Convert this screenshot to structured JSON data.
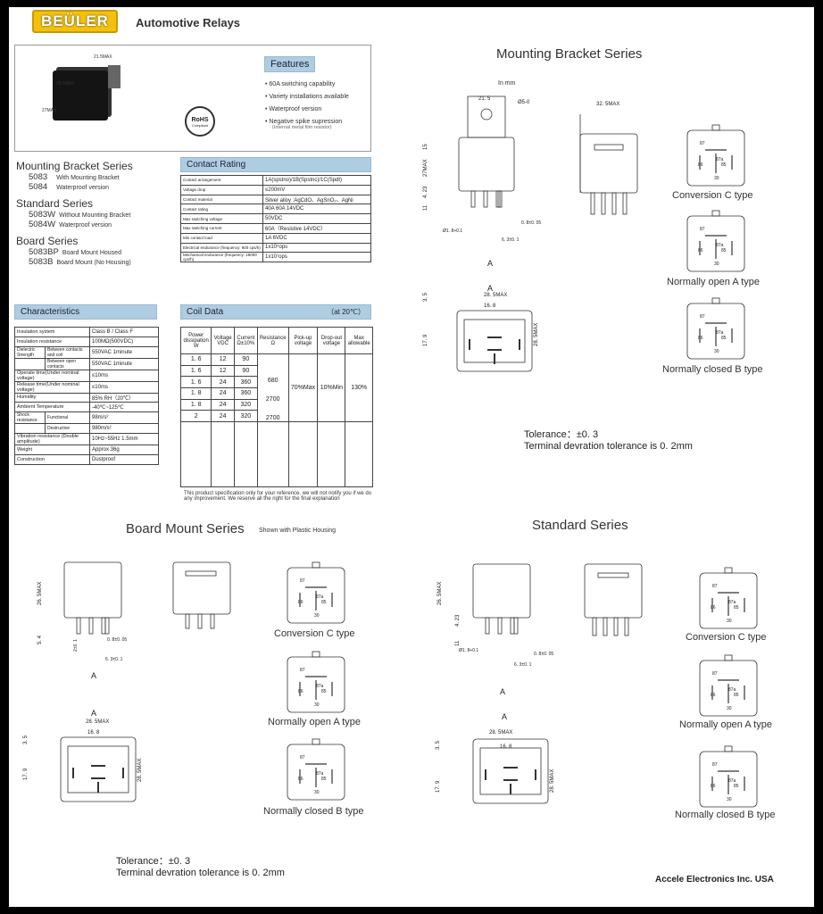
{
  "brand": "BEÜLER",
  "doc_title": "Automotive Relays",
  "features": {
    "title": "Features",
    "items": [
      "60A switching capability",
      "Variety installations available",
      "Waterproof version",
      "Negative spike supression"
    ],
    "sub": "(Internal metal film resistor)"
  },
  "rohs": {
    "line1": "RoHS",
    "line2": "Compliant"
  },
  "photo_dims": [
    "21.5MAX",
    "28.5MAX",
    "27MAX",
    "28.5MAX"
  ],
  "series": {
    "mounting": {
      "title": "Mounting Bracket Series",
      "items": [
        {
          "pn": "5083",
          "desc": "With Mounting Bracket"
        },
        {
          "pn": "5084",
          "desc": "Waterproof version"
        }
      ]
    },
    "standard": {
      "title": "Standard Series",
      "items": [
        {
          "pn": "5083W",
          "desc": "Without Mounting Bracket"
        },
        {
          "pn": "5084W",
          "desc": "Waterproof version"
        }
      ]
    },
    "board": {
      "title": "Board Series",
      "items": [
        {
          "pn": "5083BP",
          "desc": "Board Mount Housed"
        },
        {
          "pn": "5083B",
          "desc": "Board Mount (No Housing)"
        }
      ]
    }
  },
  "contact_rating": {
    "title": "Contact Rating",
    "rows": [
      [
        "Contact arrangement",
        "1A(spstno)/1B(Spstnc)/1C(Spdt)"
      ],
      [
        "Voltage drop",
        "≤200mV"
      ],
      [
        "Contact material",
        "Silver alloy :AgCdO、AgSnO₂、AgNi"
      ],
      [
        "Contact rating",
        "40A  60A  14VDC"
      ],
      [
        "Max switching voltage",
        "50VDC"
      ],
      [
        "Max switching current",
        "60A（Resistive 14VDC）"
      ],
      [
        "Min contact load",
        "1A  6VDC"
      ],
      [
        "Electrical endurance (frequency: 900 cps/h)",
        "1x10⁵ops"
      ],
      [
        "Mechanical endurance (frequency: 18000 cps/h)",
        "1x10⁷ops"
      ]
    ]
  },
  "characteristics": {
    "title": "Characteristics",
    "rows": [
      {
        "k": "Insulation system",
        "v": "Class B  / Class F"
      },
      {
        "k": "Insulation resistance",
        "v": "100MΩ(500VDC)"
      },
      {
        "k": "Dielectric Strength",
        "k2": "Between contacts and coil",
        "v": "550VAC 1minute"
      },
      {
        "k": "",
        "k2": "Between open contacts",
        "v": "550VAC 1minute"
      },
      {
        "k": "Operate time(Under nominal voltage)",
        "v": "≤10ms"
      },
      {
        "k": "Release time(Under nominal voltage)",
        "v": "≤10ms"
      },
      {
        "k": "Humidity",
        "v": "85% RH（20℃）"
      },
      {
        "k": "Ambient Temperature",
        "v": "-40℃~125℃"
      },
      {
        "k": "Shock resistance",
        "k2": "Functional",
        "v": "98m/s²"
      },
      {
        "k": "",
        "k2": "Destructive",
        "v": "980m/s²"
      },
      {
        "k": "Vibration resistance (Double amplitude)",
        "v": "10Hz~55Hz 1.5mm"
      },
      {
        "k": "Weight",
        "v": "Approx 36g"
      },
      {
        "k": "Construction",
        "v": "Dustproof"
      }
    ]
  },
  "coil_data": {
    "title": "Coil Data",
    "temp": "（at 20℃）",
    "headers": [
      "Power dissipation W",
      "Voltage VDC",
      "Current Ω±10%",
      "Resistance Ω",
      "Pick-up voltage",
      "Drop-out voltage",
      "Max allowable"
    ],
    "rows": [
      [
        "1. 6",
        "12",
        "90"
      ],
      [
        "1. 6",
        "12",
        "90"
      ],
      [
        "1. 6",
        "24",
        "360"
      ],
      [
        "1. 8",
        "24",
        "360"
      ],
      [
        "1. 8",
        "24",
        "320"
      ],
      [
        "2",
        "24",
        "320"
      ]
    ],
    "resistance": [
      "680",
      "2700",
      "2700"
    ],
    "pickup": "70%Max",
    "dropout": "10%Min",
    "max": "130%",
    "note": "This product specification only for your reference,  we will not notify you if we do any improvement. We reserve all the right for the final explanation"
  },
  "mounting_section": {
    "title": "Mounting Bracket Series",
    "unit": "In mm"
  },
  "board_section": {
    "title": "Board Mount Series",
    "subtitle": "Shown with Plastic Housing"
  },
  "standard_section": {
    "title": "Standard Series"
  },
  "diagram_labels": [
    "Conversion C type",
    "Normally open A type",
    "Normally closed B type"
  ],
  "tolerance": "Tolerance：±0. 3",
  "terminal_tol": "Terminal devration tolerance is 0. 2mm",
  "dims": {
    "w21": "21. 5",
    "phi": "Ø5-0",
    "d15": "15",
    "d27": "27MAX",
    "d423": "4. 23",
    "d11": "11",
    "d325": "32. 5MAX",
    "pin": "Ø1. 8+0.1",
    "d08": "0. 8±0. 05",
    "d63": "6. 3±0. 1",
    "d285": "28. 5MAX",
    "d168": "16. 8",
    "d35": "3. 5",
    "d179": "17. 9",
    "d26": "26. 5MAX",
    "d54": "5. 4",
    "d20": "2±0. 1",
    "A": "A"
  },
  "pins": [
    "87",
    "87a",
    "86",
    "85",
    "30"
  ],
  "footer": "Accele Electronics Inc.  USA"
}
